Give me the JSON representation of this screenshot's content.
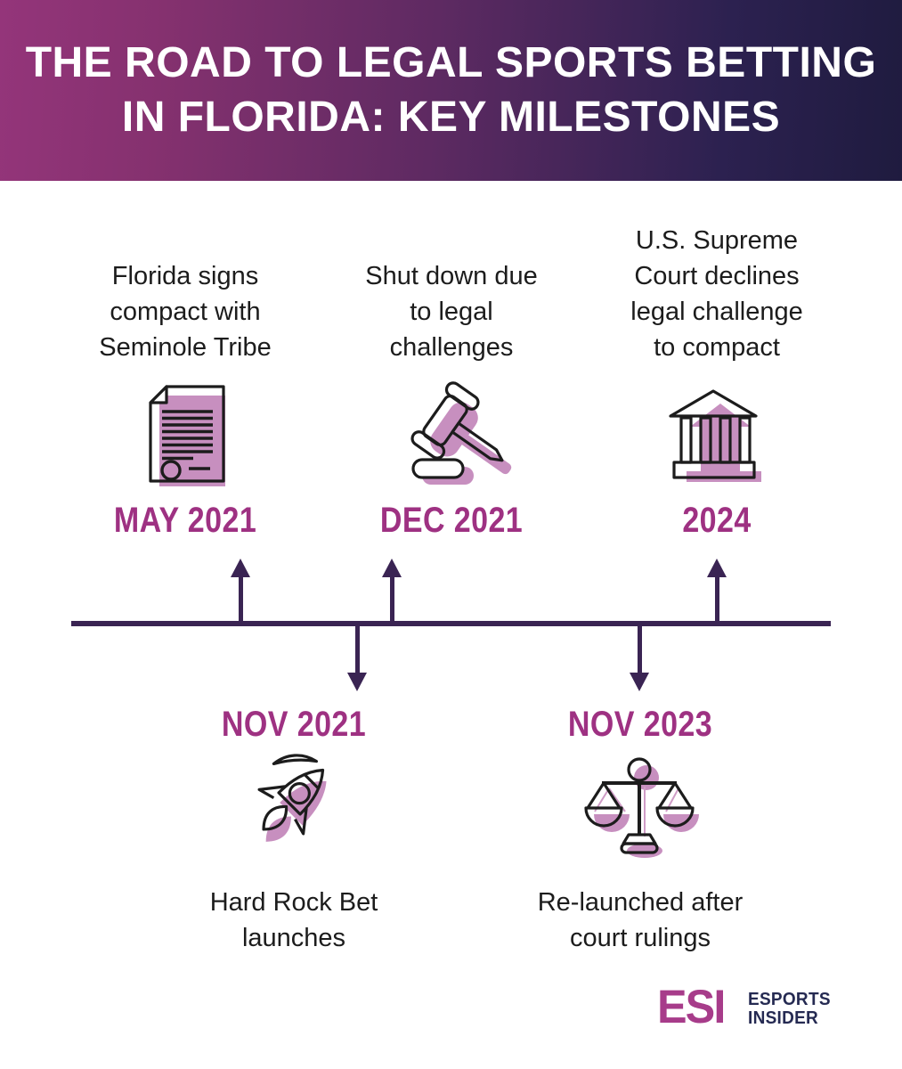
{
  "title": {
    "line1": "THE ROAD TO LEGAL SPORTS BETTING",
    "line2": "IN FLORIDA: KEY MILESTONES"
  },
  "milestones": {
    "may2021": {
      "date": "MAY 2021",
      "caption": "Florida signs\ncompact with\nSeminole Tribe",
      "icon": "document-icon",
      "side": "top"
    },
    "dec2021": {
      "date": "DEC 2021",
      "caption": "Shut down due\nto legal\nchallenges",
      "icon": "gavel-icon",
      "side": "top"
    },
    "y2024": {
      "date": "2024",
      "caption": "U.S. Supreme\nCourt declines\nlegal challenge\nto compact",
      "icon": "courthouse-icon",
      "side": "top"
    },
    "nov2021": {
      "date": "NOV 2021",
      "caption": "Hard Rock Bet\nlaunches",
      "icon": "rocket-icon",
      "side": "bottom"
    },
    "nov2023": {
      "date": "NOV 2023",
      "caption": "Re-launched after\ncourt rulings",
      "icon": "scales-icon",
      "side": "bottom"
    }
  },
  "footer": {
    "logo": "ESI",
    "brand_line1": "ESPORTS",
    "brand_line2": "INSIDER"
  },
  "colors": {
    "header_gradient_left": "#94357a",
    "header_gradient_right": "#1f1b3f",
    "title_text": "#ffffff",
    "caption_text": "#1c1c1c",
    "date_magenta": "#9e3182",
    "timeline_purple": "#3a2453",
    "icon_stroke": "#1c1c1c",
    "icon_pink": "#c78fbf",
    "logo_magenta": "#a73c8a",
    "logo_navy": "#252a52"
  }
}
